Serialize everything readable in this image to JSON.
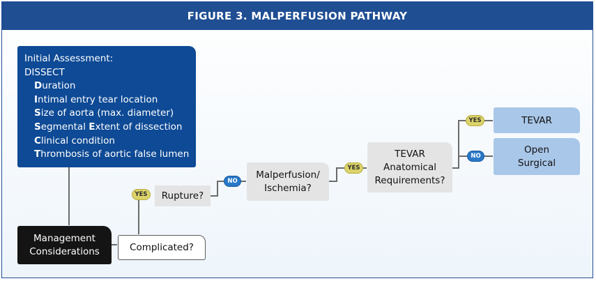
{
  "title": "FIGURE 3.  MALPERFUSION PATHWAY",
  "assessment": {
    "heading": "Initial Assessment:",
    "acronym": "DISSECT",
    "items": [
      {
        "first": "D",
        "rest": "uration"
      },
      {
        "first": "I",
        "rest": "ntimal entry tear location"
      },
      {
        "first": "S",
        "rest": "ize of aorta (max. diameter)"
      },
      {
        "first": "S",
        "rest": "egmental ",
        "second": "E",
        "rest2": "xtent of dissection"
      },
      {
        "first": "C",
        "rest": "linical condition"
      },
      {
        "first": "T",
        "rest": "hrombosis of aortic false lumen"
      }
    ]
  },
  "nodes": {
    "management": {
      "line1": "Management",
      "line2": "Considerations"
    },
    "complicated": "Complicated?",
    "rupture": "Rupture?",
    "malperfusion": {
      "line1": "Malperfusion/",
      "line2": "Ischemia?"
    },
    "tevar_requirements": {
      "line1": "TEVAR",
      "line2": "Anatomical",
      "line3": "Requirements?"
    },
    "tevar": "TEVAR",
    "open_surgical": {
      "line1": "Open",
      "line2": "Surgical"
    }
  },
  "labels": {
    "yes": "YES",
    "no": "NO"
  },
  "colors": {
    "banner": "#1f4e93",
    "assessment": "#0e4a95",
    "management": "#141414",
    "gray_box": "#e4e4e4",
    "outcome_box": "#a9c7e8",
    "yes_pill": "#dcd36a",
    "no_pill": "#2878c7",
    "connector": "#6b6b6b"
  }
}
